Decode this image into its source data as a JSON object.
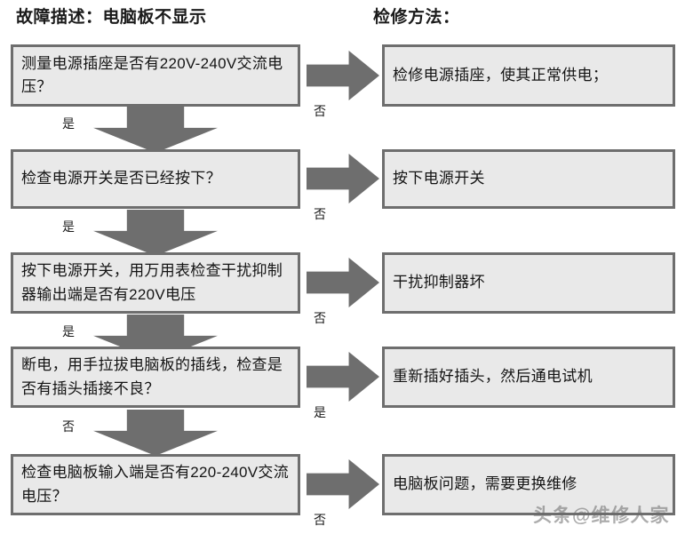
{
  "headers": {
    "fault": "故障描述：电脑板不显示",
    "method": "检修方法："
  },
  "rows": [
    {
      "question": "测量电源插座是否有220V-240V交流电压？",
      "answer": "检修电源插座，使其正常供电；",
      "down_label": "是",
      "right_label": "否"
    },
    {
      "question": "检查电源开关是否已经按下？",
      "answer": "按下电源开关",
      "down_label": "是",
      "right_label": "否"
    },
    {
      "question": "按下电源开关，用万用表检查干扰抑制器输出端是否有220V电压",
      "answer": "干扰抑制器坏",
      "down_label": "是",
      "right_label": "否"
    },
    {
      "question": "断电，用手拉拔电脑板的插线，检查是否有插头插接不良？",
      "answer": "重新插好插头，然后通电试机",
      "down_label": "否",
      "right_label": "是"
    },
    {
      "question": "检查电脑板输入端是否有220-240V交流电压？",
      "answer": "电脑板问题，需要更换维修",
      "down_label": "",
      "right_label": "否"
    }
  ],
  "watermark": "头条@维修人家",
  "colors": {
    "box_fill": "#e9e9e9",
    "box_border": "#6e6e6e",
    "arrow": "#6e6e6e",
    "text": "#141414",
    "background": "#ffffff"
  }
}
